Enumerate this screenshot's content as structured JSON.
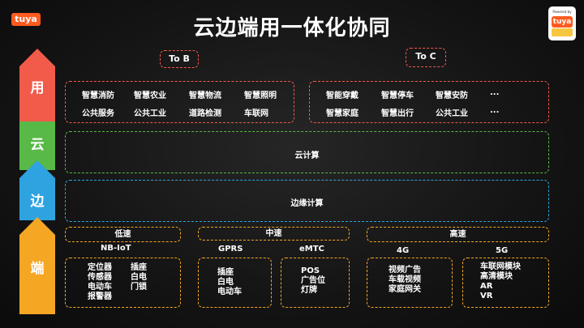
{
  "header": {
    "title": "云边端用一体化协同",
    "logo": "tuya",
    "badge_top": "Powered by",
    "badge_brand": "tuya"
  },
  "sections": {
    "to_b": "To B",
    "to_c": "To C"
  },
  "layers": [
    "用",
    "云",
    "边",
    "端"
  ],
  "app_b": [
    "智慧消防",
    "智慧农业",
    "智慧物流",
    "智慧照明",
    "公共服务",
    "公共工业",
    "道路检测",
    "车联网"
  ],
  "app_c": [
    "智能穿戴",
    "智慧停车",
    "智慧安防",
    "...",
    "智慧家庭",
    "智慧出行",
    "公共工业",
    "..."
  ],
  "cloud": "云计算",
  "edge": "边缘计算",
  "speeds": {
    "low": "低速",
    "mid": "中速",
    "high": "高速"
  },
  "protocols": {
    "nbiot": "NB-IoT",
    "gprs": "GPRS",
    "emtc": "eMTC",
    "g4": "4G",
    "g5": "5G"
  },
  "devices": {
    "nbiot_col1": [
      "定位器",
      "传感器",
      "电动车",
      "报警器"
    ],
    "nbiot_col2": [
      "插座",
      "白电",
      "门锁"
    ],
    "gprs": [
      "插座",
      "白电",
      "电动车"
    ],
    "emtc": [
      "POS",
      "广告位",
      "灯牌"
    ],
    "g4": [
      "视频广告",
      "车载视频",
      "家庭网关"
    ],
    "g5": [
      "车联网模块",
      "高清模块",
      "AR",
      "VR"
    ]
  },
  "colors": {
    "app": "#f25a4a",
    "cloud": "#58b947",
    "edge": "#2ea3e0",
    "device": "#f5a623"
  }
}
